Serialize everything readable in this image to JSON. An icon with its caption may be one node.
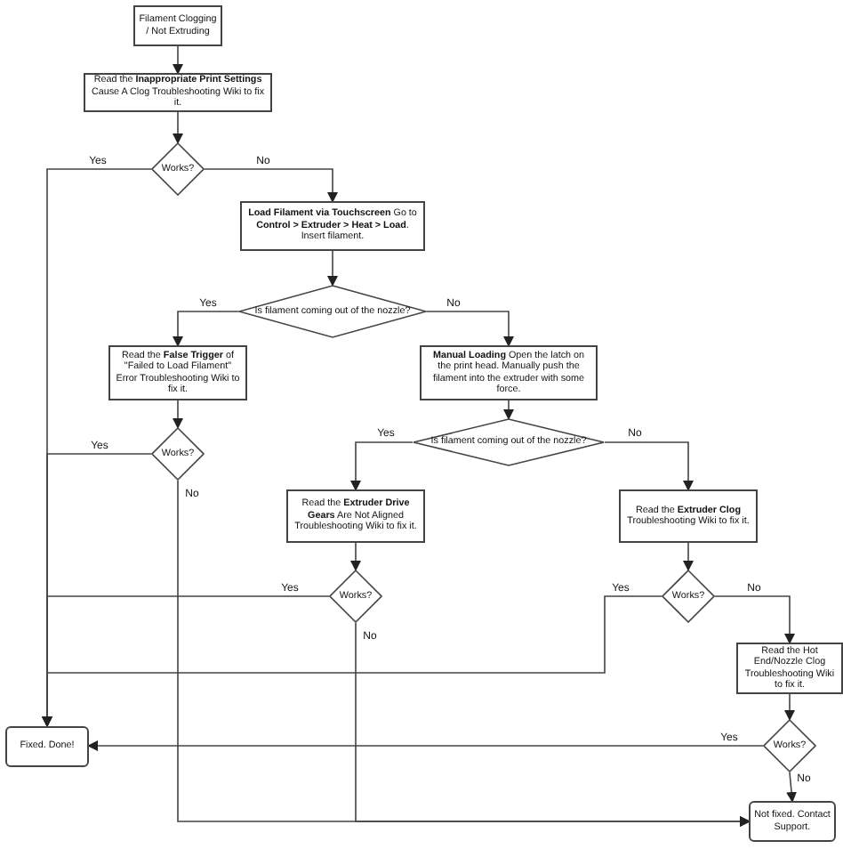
{
  "diagram": {
    "nodes": [
      {
        "text": [
          "Filament Clogging / Not Extruding"
        ]
      },
      {
        "text": [
          "Read the **Inappropriate Print Settings** Cause A Clog Troubleshooting Wiki to fix it."
        ]
      },
      {
        "text": [
          "Works?"
        ]
      },
      {
        "text": [
          "**Load Filament via Touchscreen** Go to **Control > Extruder > Heat > Load**. Insert filament."
        ]
      },
      {
        "text": [
          "Is filament coming out of the nozzle?"
        ]
      },
      {
        "text": [
          "Read the **False Trigger** of \"Failed to Load Filament\" Error Troubleshooting Wiki to fix it."
        ]
      },
      {
        "text": [
          "Works?"
        ]
      },
      {
        "text": [
          "**Manual Loading** Open the latch on the print head. Manually push the filament into the extruder with some force."
        ]
      },
      {
        "text": [
          "Is filament coming out of the nozzle?"
        ]
      },
      {
        "text": [
          "Read the **Extruder Drive Gears** Are Not Aligned Troubleshooting Wiki to fix it."
        ]
      },
      {
        "text": [
          "Works?"
        ]
      },
      {
        "text": [
          "Read the **Extruder Clog** Troubleshooting Wiki to fix it."
        ]
      },
      {
        "text": [
          "Works?"
        ]
      },
      {
        "text": [
          "Read the Hot End/Nozzle Clog Troubleshooting Wiki to fix it."
        ]
      },
      {
        "text": [
          "Works?"
        ]
      },
      {
        "text": [
          "Fixed. Done!"
        ]
      },
      {
        "text": [
          "Not fixed. Contact Support."
        ]
      }
    ],
    "edges": [
      {
        "from": 0,
        "to": 1,
        "arrow": "to"
      },
      {
        "from": 1,
        "to": 2,
        "arrow": "to"
      },
      {
        "from": 2,
        "to": 15,
        "arrow": "to",
        "label": "Yes"
      },
      {
        "from": 2,
        "to": 3,
        "arrow": "to",
        "label": "No"
      },
      {
        "from": 3,
        "to": 4,
        "arrow": "to"
      },
      {
        "from": 4,
        "to": 5,
        "arrow": "to",
        "label": "Yes"
      },
      {
        "from": 4,
        "to": 7,
        "arrow": "to",
        "label": "No"
      },
      {
        "from": 5,
        "to": 6,
        "arrow": "to"
      },
      {
        "from": 6,
        "to": 15,
        "arrow": "to",
        "label": "Yes"
      },
      {
        "from": 6,
        "to": 16,
        "arrow": "to",
        "label": "No"
      },
      {
        "from": 7,
        "to": 8,
        "arrow": "to"
      },
      {
        "from": 8,
        "to": 9,
        "arrow": "to",
        "label": "Yes"
      },
      {
        "from": 8,
        "to": 11,
        "arrow": "to",
        "label": "No"
      },
      {
        "from": 9,
        "to": 10,
        "arrow": "to"
      },
      {
        "from": 10,
        "to": 15,
        "arrow": "to",
        "label": "Yes"
      },
      {
        "from": 10,
        "to": 16,
        "arrow": "to",
        "label": "No"
      },
      {
        "from": 11,
        "to": 12,
        "arrow": "to"
      },
      {
        "from": 12,
        "to": 15,
        "arrow": "to",
        "label": "Yes"
      },
      {
        "from": 12,
        "to": 13,
        "arrow": "to",
        "label": "No"
      },
      {
        "from": 13,
        "to": 14,
        "arrow": "to"
      },
      {
        "from": 14,
        "to": 15,
        "arrow": "to",
        "label": "Yes"
      },
      {
        "from": 14,
        "to": 16,
        "arrow": "to",
        "label": "No"
      }
    ]
  }
}
